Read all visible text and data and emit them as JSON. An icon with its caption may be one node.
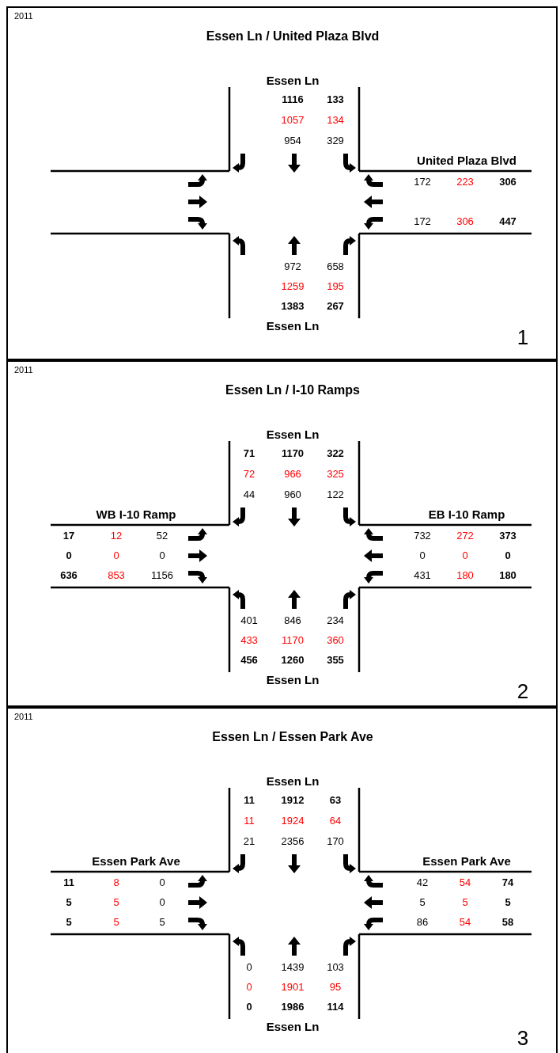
{
  "diagram": {
    "nodes": [
      {
        "text": [
          "2011",
          "Essen Ln / United Plaza Blvd",
          "1"
        ]
      },
      {
        "text": [
          "2011",
          "Essen Ln / I-10 Ramps",
          "2"
        ]
      },
      {
        "text": [
          "2011",
          "Essen Ln / Essen Park Ave",
          "3"
        ]
      }
    ],
    "labels": [
      "Essen Ln",
      "1116",
      "133",
      "1057",
      "134",
      "954",
      "329",
      "United Plaza Blvd",
      "172",
      "223",
      "306",
      "172",
      "306",
      "447",
      "972",
      "658",
      "1259",
      "195",
      "1383",
      "267",
      "Essen Ln",
      "Essen Ln",
      "71",
      "1170",
      "322",
      "72",
      "966",
      "325",
      "44",
      "960",
      "122",
      "WB I-10 Ramp",
      "EB I-10 Ramp",
      "17",
      "12",
      "52",
      "732",
      "272",
      "373",
      "0",
      "0",
      "0",
      "0",
      "0",
      "0",
      "636",
      "853",
      "1156",
      "431",
      "180",
      "180",
      "401",
      "846",
      "234",
      "433",
      "1170",
      "360",
      "456",
      "1260",
      "355",
      "Essen Ln",
      "Essen Ln",
      "11",
      "1912",
      "63",
      "11",
      "1924",
      "64",
      "21",
      "2356",
      "170",
      "Essen Park Ave",
      "Essen Park Ave",
      "11",
      "8",
      "0",
      "42",
      "54",
      "74",
      "5",
      "5",
      "0",
      "5",
      "5",
      "5",
      "5",
      "5",
      "5",
      "86",
      "54",
      "58",
      "0",
      "1439",
      "103",
      "0",
      "1901",
      "95",
      "0",
      "1986",
      "114",
      "Essen Ln"
    ]
  }
}
